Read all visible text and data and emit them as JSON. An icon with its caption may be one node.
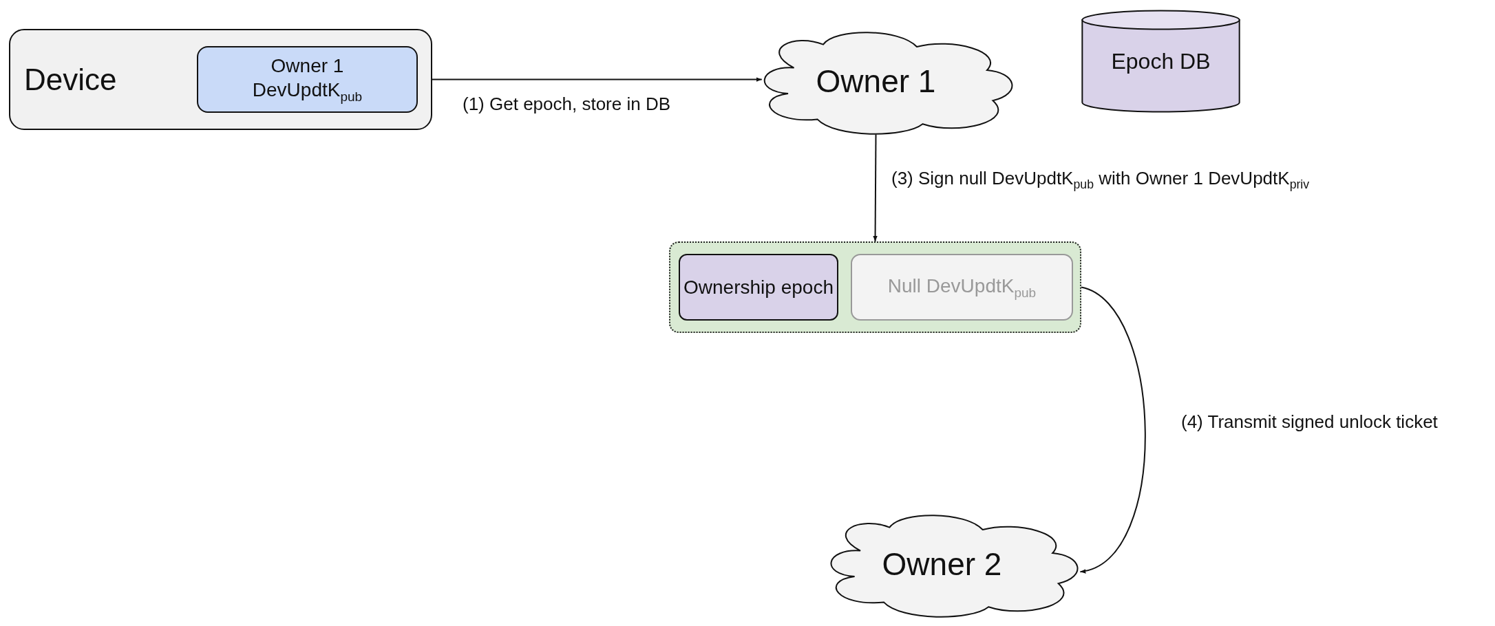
{
  "diagram": {
    "nodes": [
      {
        "text": [
          "Device"
        ]
      },
      {
        "text": [
          "Owner 1 DevUpdtK$_{pub}$"
        ],
        "in": 0
      },
      {
        "text": [
          "Owner 1"
        ]
      },
      {
        "text": [
          "Epoch DB"
        ]
      },
      {
        "text": [],
        "shape": "box"
      },
      {
        "text": [
          "Ownership epoch"
        ],
        "in": 4
      },
      {
        "text": [
          "Null DevUpdtK$_{pub}$"
        ],
        "in": 4
      },
      {
        "text": [
          "Owner 2"
        ]
      }
    ],
    "edges": [
      {
        "from": 0,
        "to": 2,
        "arrow": "to",
        "label": "(1) Get epoch, store in DB"
      },
      {
        "from": 2,
        "to": 4,
        "arrow": "to",
        "label": "(3) Sign null DevUpdtK$_{pub}$ with Owner 1 DevUpdtK$_{priv}$"
      },
      {
        "from": 4,
        "to": 7,
        "arrow": "to",
        "label": "(4) Transmit signed unlock ticket"
      }
    ]
  }
}
